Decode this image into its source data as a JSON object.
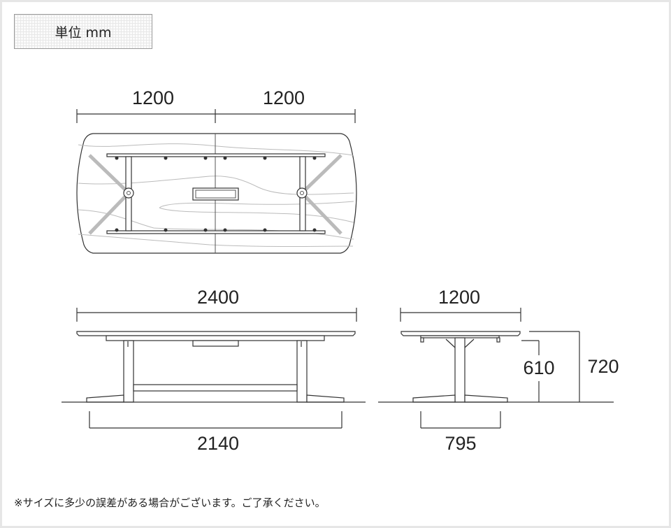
{
  "unit_label": "単位 mm",
  "top_view": {
    "half_width_left": "1200",
    "half_width_right": "1200"
  },
  "front_view": {
    "top_width": "2400",
    "base_width": "2140"
  },
  "side_view": {
    "top_depth": "1200",
    "base_depth": "795",
    "leg_clearance": "610",
    "total_height": "720"
  },
  "footnote": "※サイズに多少の誤差がある場合がございます。ご了承ください。"
}
